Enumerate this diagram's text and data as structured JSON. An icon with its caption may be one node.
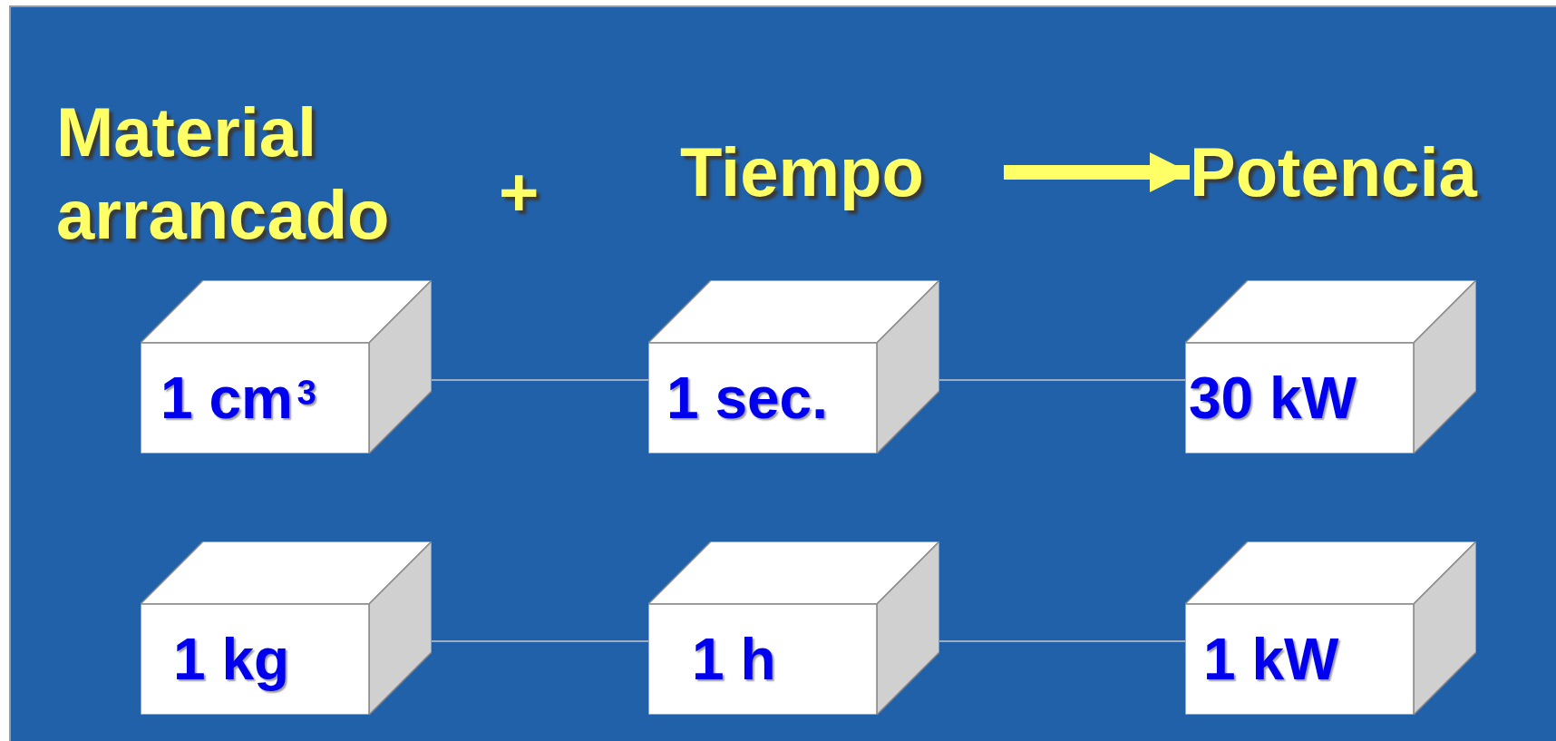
{
  "diagram": {
    "nodes": [
      {
        "text": [
          "Material arrancado"
        ]
      },
      {
        "text": [
          "Tiempo"
        ]
      },
      {
        "text": [
          "Potencia"
        ]
      },
      {
        "text": [
          "1 cm$^{3}$"
        ]
      },
      {
        "text": [
          "1 sec."
        ]
      },
      {
        "text": [
          "30 kW"
        ]
      },
      {
        "text": [
          "1 kg"
        ]
      },
      {
        "text": [
          "1 h"
        ]
      },
      {
        "text": [
          "1 kW"
        ]
      }
    ],
    "edges": [
      {
        "from": 1,
        "to": 2,
        "arrow": "to",
        "style": "thick",
        "color": "#ffff66"
      },
      {
        "from": 3,
        "to": 4,
        "arrow": "none"
      },
      {
        "from": 4,
        "to": 5,
        "arrow": "none"
      },
      {
        "from": 6,
        "to": 7,
        "arrow": "none"
      },
      {
        "from": 7,
        "to": 8,
        "arrow": "none"
      }
    ],
    "labels": [
      "+"
    ]
  }
}
